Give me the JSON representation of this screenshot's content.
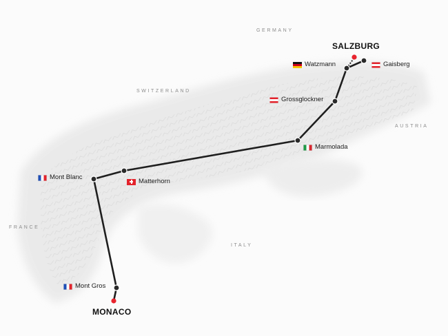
{
  "countries": {
    "germany": "GERMANY",
    "switzerland": "SWITZERLAND",
    "austria": "AUSTRIA",
    "france": "FRANCE",
    "italy": "ITALY"
  },
  "cities": {
    "salzburg": "SALZBURG",
    "monaco": "MONACO"
  },
  "peaks": {
    "watzmann": "Watzmann",
    "gaisberg": "Gaisberg",
    "grossglockner": "Grossglockner",
    "marmolada": "Marmolada",
    "matterhorn": "Matterhorn",
    "mont_blanc": "Mont Blanc",
    "mont_gros": "Mont Gros"
  },
  "flags": {
    "watzmann": "germany-flag",
    "gaisberg": "austria-flag",
    "grossglockner": "austria-flag",
    "marmolada": "italy-flag",
    "matterhorn": "switzerland-flag",
    "mont_blanc": "france-flag",
    "mont_gros": "france-flag"
  },
  "colors": {
    "route": "#1e1e1e",
    "waypoint": "#2a2a2a",
    "endpoint": "#e8242e",
    "terrain": "#e3e3e3"
  }
}
